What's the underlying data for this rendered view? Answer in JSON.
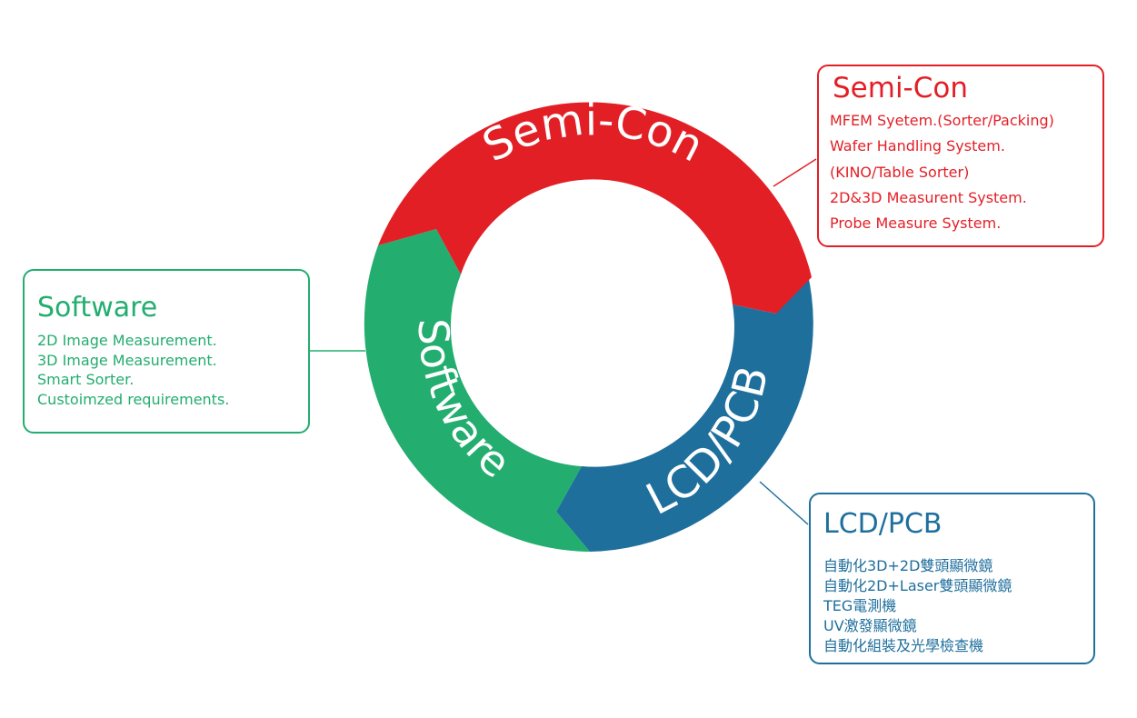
{
  "ring": {
    "semi_con_label": "Semi-Con",
    "software_label": "Software",
    "lcd_pcb_label": "LCD/PCB"
  },
  "callouts": {
    "semi_con": {
      "title": "Semi-Con",
      "items": [
        "MFEM Syetem.(Sorter/Packing)",
        "Wafer Handling System.",
        "(KINO/Table Sorter)",
        "2D&3D Measurent System.",
        "Probe Measure System."
      ]
    },
    "software": {
      "title": "Software",
      "items": [
        "2D Image Measurement.",
        "3D Image Measurement.",
        "Smart Sorter.",
        "Custoimzed requirements."
      ]
    },
    "lcd_pcb": {
      "title": "LCD/PCB",
      "items": [
        "自動化3D+2D雙頭顯微鏡",
        "自動化2D+Laser雙頭顯微鏡",
        "TEG電測機",
        "UV激發顯微鏡",
        "自動化組裝及光學檢查機"
      ]
    }
  },
  "colors": {
    "semi_con": "#e31f26",
    "software": "#23ad6f",
    "lcd_pcb": "#1f6f9d"
  }
}
